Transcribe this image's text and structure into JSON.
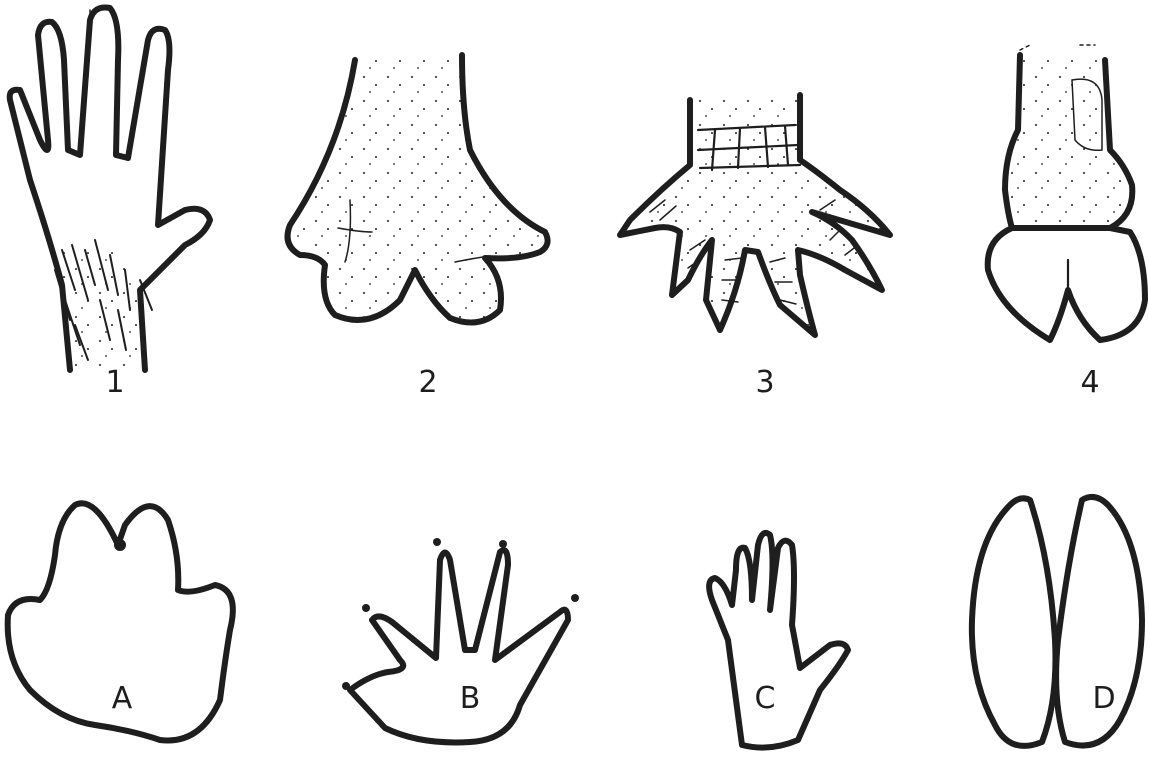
{
  "figure": {
    "top_row": [
      {
        "label": "1",
        "icon": "hairy-hand-foot-icon"
      },
      {
        "label": "2",
        "icon": "webbed-foot-icon"
      },
      {
        "label": "3",
        "icon": "clawed-scaly-foot-icon"
      },
      {
        "label": "4",
        "icon": "hoof-icon"
      }
    ],
    "bottom_row": [
      {
        "label": "A",
        "icon": "paw-track-icon"
      },
      {
        "label": "B",
        "icon": "clawed-track-icon"
      },
      {
        "label": "C",
        "icon": "hand-track-icon"
      },
      {
        "label": "D",
        "icon": "hoof-track-icon"
      }
    ]
  }
}
